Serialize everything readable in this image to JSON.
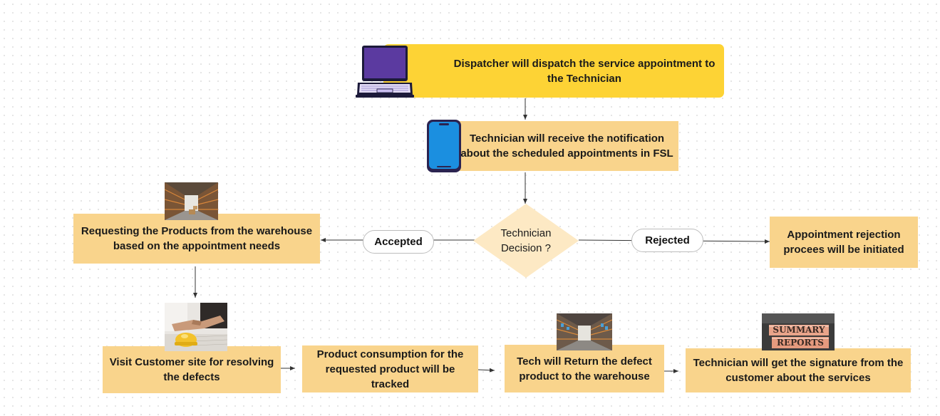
{
  "nodes": {
    "dispatch": "Dispatcher will dispatch the service appointment to the Technician",
    "notify": "Technician will receive the notification about the scheduled appointments in FSL",
    "decision": "Technician Decision ?",
    "request_products": "Requesting the Products from the warehouse based on the appointment needs",
    "rejection": "Appointment rejection procees will be initiated",
    "visit": "Visit Customer site for resolving the defects",
    "consumption": "Product consumption for the requested product will be tracked",
    "return_defect": "Tech will Return the defect product to the warehouse",
    "signature": "Technician will get the signature from the customer about the services"
  },
  "edges": {
    "accepted": "Accepted",
    "rejected": "Rejected"
  },
  "images": {
    "summary_line1": "SUMMARY",
    "summary_line2": "REPORTS"
  },
  "colors": {
    "node_fill": "#f9d48c",
    "dispatch_fill": "#fdd335",
    "diamond_fill": "#fde9c4",
    "laptop": "#5b3aa0",
    "phone": "#1b8fe0"
  },
  "icons": [
    "laptop-icon",
    "smartphone-icon",
    "warehouse-photo",
    "handshake-photo",
    "summary-reports-photo"
  ]
}
